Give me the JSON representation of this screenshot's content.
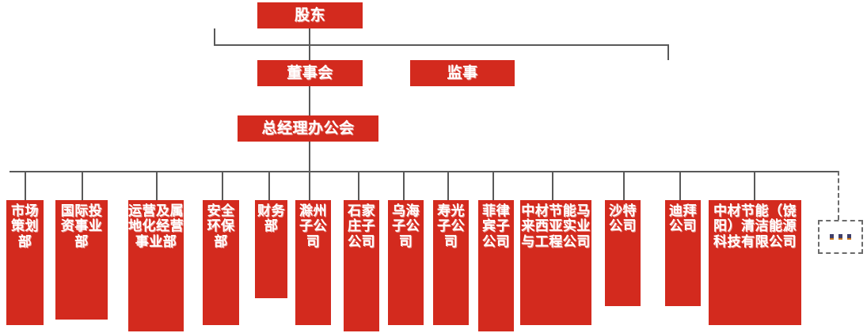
{
  "chart": {
    "type": "org-chart",
    "title": "",
    "accent_color": "#d32a1e",
    "line_color": "#595959",
    "text_color": "#ffffff",
    "background": "#ffffff",
    "levels": [
      {
        "level": 1,
        "nodes": [
          {
            "id": "shareholders",
            "label": "股东"
          }
        ]
      },
      {
        "level": 2,
        "nodes": [
          {
            "id": "board",
            "label": "董事会"
          },
          {
            "id": "supervisor",
            "label": "监事"
          }
        ]
      },
      {
        "level": 3,
        "nodes": [
          {
            "id": "gm-office",
            "label": "总经理办公会"
          }
        ]
      },
      {
        "level": 4,
        "nodes": [
          {
            "id": "market-planning",
            "label": "市场策划部"
          },
          {
            "id": "intl-investment",
            "label": "国际投资事业部"
          },
          {
            "id": "ops-localization",
            "label": "运营及属地化经营事业部"
          },
          {
            "id": "safety-env",
            "label": "安全环保部"
          },
          {
            "id": "finance",
            "label": "财务部"
          },
          {
            "id": "chuzhou",
            "label": "滁州子公司"
          },
          {
            "id": "shijiazhuang",
            "label": "石家庄子公司"
          },
          {
            "id": "wuhai",
            "label": "乌海子公司"
          },
          {
            "id": "shouguang",
            "label": "寿光子公司"
          },
          {
            "id": "philippines",
            "label": "菲律宾子公司"
          },
          {
            "id": "malaysia",
            "label": "中材节能马来西亚实业与工程公司"
          },
          {
            "id": "saudi",
            "label": "沙特公司"
          },
          {
            "id": "dubai",
            "label": "迪拜公司"
          },
          {
            "id": "raoyang",
            "label": "中材节能（饶阳）清洁能源科技有限公司"
          },
          {
            "id": "more-placeholder",
            "label": "..."
          }
        ]
      }
    ]
  }
}
